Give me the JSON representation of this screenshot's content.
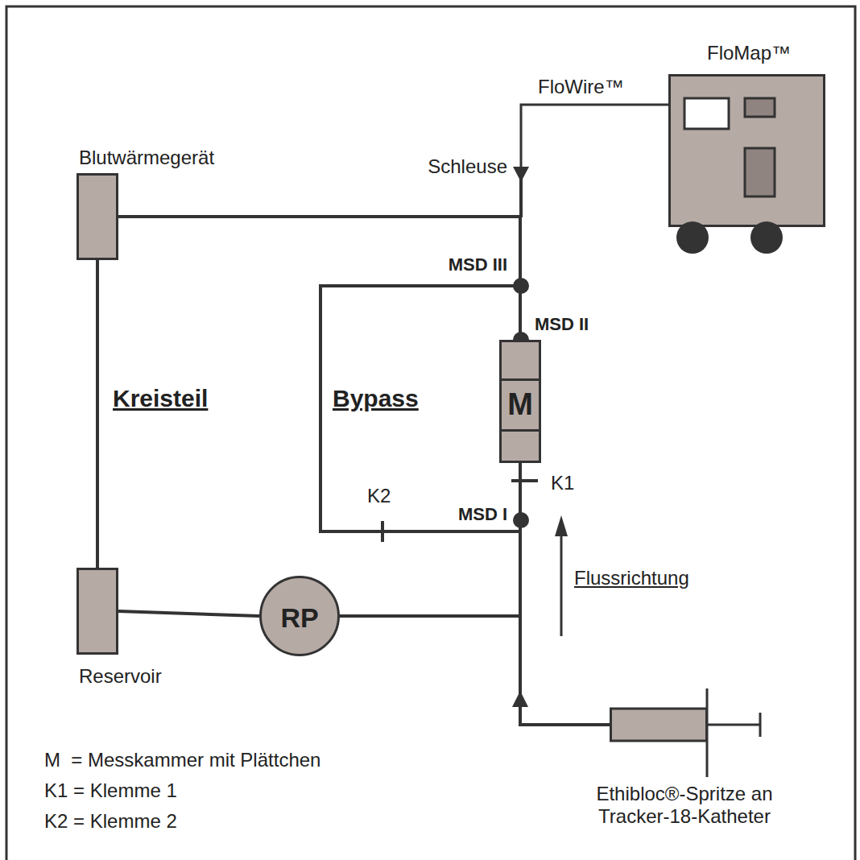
{
  "diagram": {
    "nodes": [
      {
        "text": [
          "Blutwärmegerät"
        ]
      },
      {
        "text": [
          "FloMap™"
        ]
      },
      {
        "text": [
          "M"
        ]
      },
      {
        "text": [
          "RP"
        ]
      },
      {
        "text": [
          "Reservoir"
        ]
      },
      {
        "text": [
          "Ethibloc®-Spritze an Tracker-18-Katheter"
        ]
      }
    ],
    "edges": [
      {
        "from": 0,
        "to": 4,
        "arrow": "none"
      },
      {
        "from": 4,
        "to": 3,
        "arrow": "none"
      },
      {
        "from": 3,
        "to": 2,
        "arrow": "none"
      },
      {
        "from": 5,
        "to": 2,
        "arrow": "to"
      },
      {
        "from": 2,
        "to": 0,
        "arrow": "none"
      }
    ],
    "labels": [
      "Schleuse",
      "FloWire™",
      "MSD III",
      "MSD II",
      "Kreisteil",
      "Bypass",
      "K1",
      "K2",
      "MSD I",
      "Flussrichtung",
      "M  = Messkammer mit Plättchen",
      "K1 = Klemme 1",
      "K2 = Klemme 2"
    ]
  }
}
